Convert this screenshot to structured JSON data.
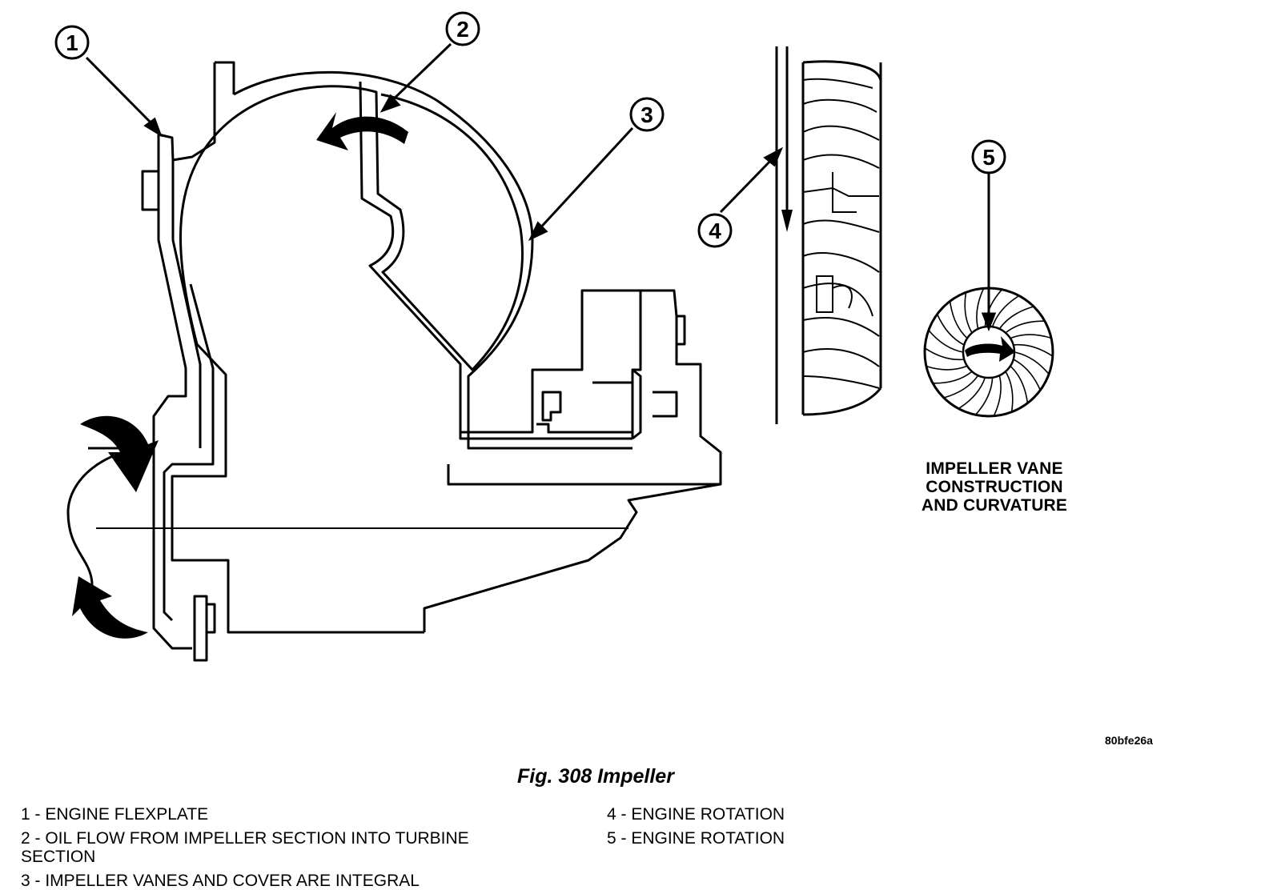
{
  "callouts": [
    {
      "number": "1"
    },
    {
      "number": "2"
    },
    {
      "number": "3"
    },
    {
      "number": "4"
    },
    {
      "number": "5"
    }
  ],
  "vane_caption": {
    "lines": [
      "IMPELLER VANE",
      "CONSTRUCTION",
      "AND CURVATURE"
    ]
  },
  "figure_code": "80bfe26a",
  "figure_title": "Fig. 308 Impeller",
  "legend_left": [
    "1 - ENGINE FLEXPLATE",
    "2 - OIL FLOW FROM IMPELLER SECTION INTO TURBINE",
    "SECTION",
    "3 - IMPELLER VANES AND COVER ARE INTEGRAL"
  ],
  "legend_right": [
    "4 - ENGINE ROTATION",
    "5 - ENGINE ROTATION"
  ]
}
